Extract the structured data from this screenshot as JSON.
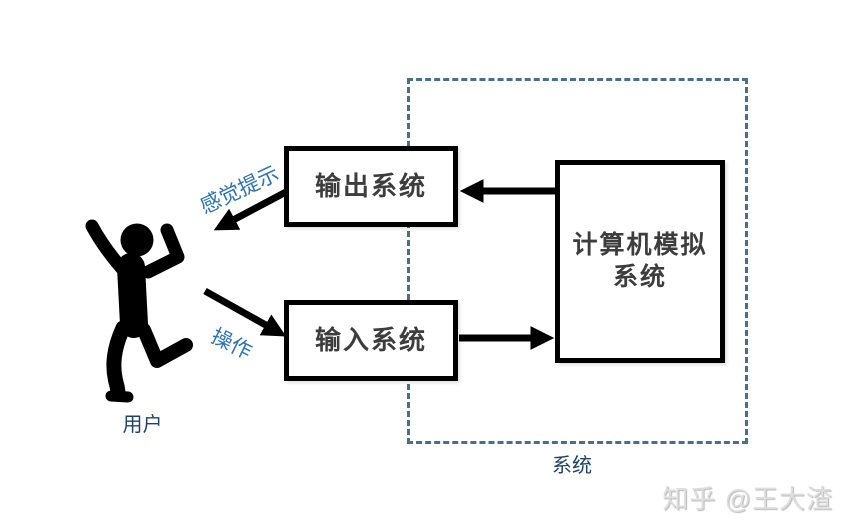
{
  "diagram": {
    "boundary": {
      "label": "系统",
      "border_color": "#46708f"
    },
    "boxes": {
      "output": {
        "label": "输出系统"
      },
      "input": {
        "label": "输入系统"
      },
      "computer": {
        "line1": "计算机模拟",
        "line2": "系统"
      }
    },
    "actor": {
      "label": "用户",
      "icon": "jumping-person-icon"
    },
    "edges": [
      {
        "name": "computer-to-output",
        "from": "计算机模拟系统",
        "to": "输出系统",
        "label": ""
      },
      {
        "name": "output-to-user",
        "from": "输出系统",
        "to": "用户",
        "label": "感觉提示"
      },
      {
        "name": "user-to-input",
        "from": "用户",
        "to": "输入系统",
        "label": "操作"
      },
      {
        "name": "input-to-computer",
        "from": "输入系统",
        "to": "计算机模拟系统",
        "label": ""
      }
    ],
    "colors": {
      "boundary_blue": "#46708f",
      "edge_label_blue": "#2e74b5",
      "caption_dark_blue": "#1e4466",
      "box_border": "#000000",
      "box_text": "#3d3d3d"
    }
  },
  "watermark": {
    "text": "知乎 @王大渣"
  }
}
